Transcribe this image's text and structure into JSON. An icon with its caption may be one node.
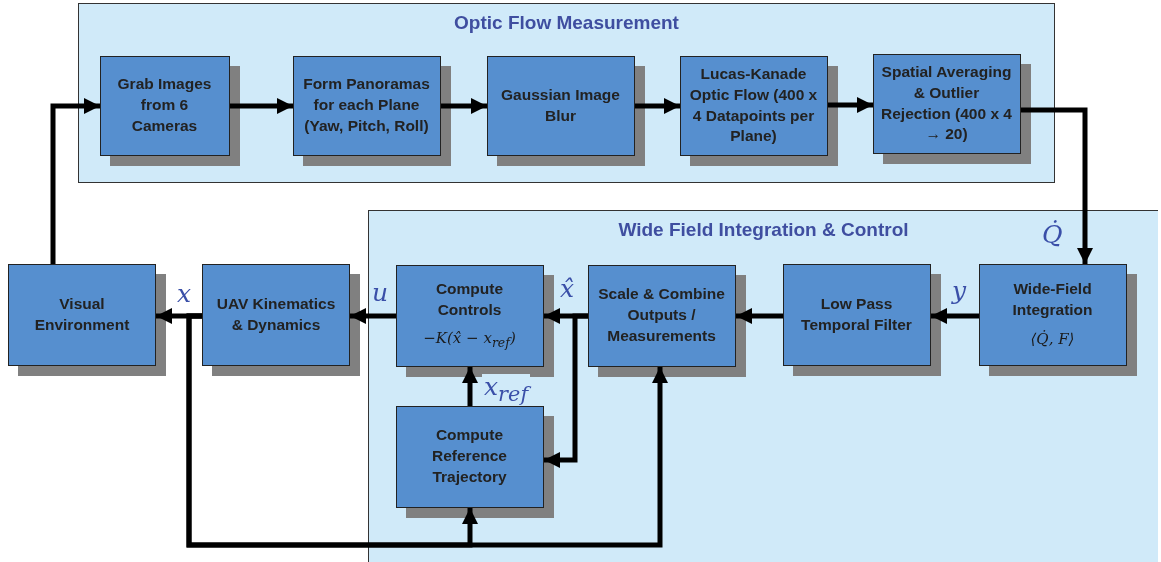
{
  "diagram": {
    "nodes": [
      {
        "text": [
          "Optic Flow Measurement"
        ]
      },
      {
        "text": [
          "Grab Images from 6 Cameras"
        ],
        "in": 0
      },
      {
        "text": [
          "Form Panoramas for each Plane (Yaw, Pitch, Roll)"
        ],
        "in": 0
      },
      {
        "text": [
          "Gaussian Image Blur"
        ],
        "in": 0
      },
      {
        "text": [
          "Lucas-Kanade Optic Flow (400 x 4 Datapoints per Plane)"
        ],
        "in": 0
      },
      {
        "text": [
          "Spatial Averaging & Outlier Rejection (400 x 4 → 20)"
        ],
        "in": 0
      },
      {
        "text": [
          "Wide Field Integration & Control"
        ]
      },
      {
        "text": [
          "Wide-Field Integration",
          "⟨Q̇, F⟩"
        ],
        "in": 6
      },
      {
        "text": [
          "Low Pass Temporal Filter"
        ],
        "in": 6
      },
      {
        "text": [
          "Scale & Combine Outputs / Measurements"
        ],
        "in": 6
      },
      {
        "text": [
          "Compute Controls",
          "−K(x̂ − x$_{ref}$)"
        ],
        "in": 6
      },
      {
        "text": [
          "Compute Reference Trajectory"
        ],
        "in": 6
      },
      {
        "text": [
          "UAV Kinematics & Dynamics"
        ]
      },
      {
        "text": [
          "Visual Environment"
        ]
      }
    ],
    "edges": [
      {
        "from": 1,
        "to": 2,
        "arrow": "to"
      },
      {
        "from": 2,
        "to": 3,
        "arrow": "to"
      },
      {
        "from": 3,
        "to": 4,
        "arrow": "to"
      },
      {
        "from": 4,
        "to": 5,
        "arrow": "to"
      },
      {
        "from": 5,
        "to": 7,
        "arrow": "to",
        "label": "Q̇"
      },
      {
        "from": 7,
        "to": 8,
        "arrow": "to",
        "label": "y"
      },
      {
        "from": 8,
        "to": 9,
        "arrow": "to"
      },
      {
        "from": 9,
        "to": 10,
        "arrow": "to",
        "label": "x̂"
      },
      {
        "from": 9,
        "to": 11,
        "arrow": "to"
      },
      {
        "from": 11,
        "to": 10,
        "arrow": "to",
        "label": "x$_{ref}$"
      },
      {
        "from": 10,
        "to": 12,
        "arrow": "to",
        "label": "u"
      },
      {
        "from": 12,
        "to": 13,
        "arrow": "to",
        "label": "x"
      },
      {
        "from": 12,
        "to": 11,
        "arrow": "to"
      },
      {
        "from": 12,
        "to": 9,
        "arrow": "to"
      },
      {
        "from": 13,
        "to": 1,
        "arrow": "to"
      }
    ]
  }
}
